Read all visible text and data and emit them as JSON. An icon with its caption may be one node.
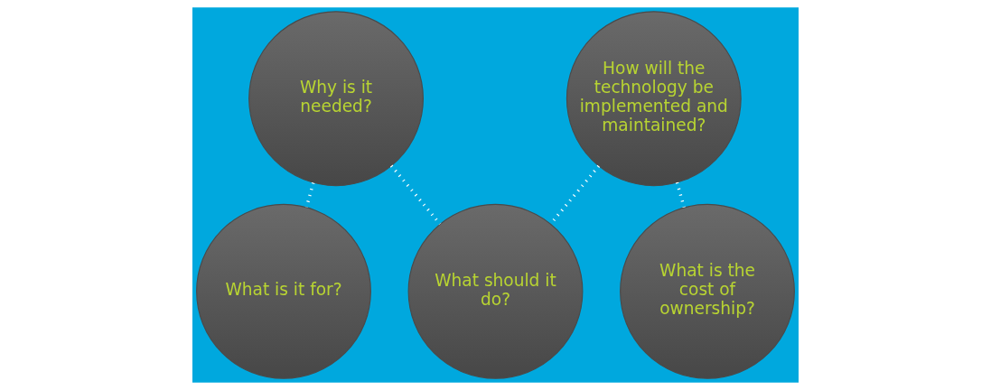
{
  "diagram": {
    "nodes": [
      {
        "text": [
          "What is it for?"
        ]
      },
      {
        "text": [
          "Why is it needed?"
        ]
      },
      {
        "text": [
          "What should it do?"
        ]
      },
      {
        "text": [
          "How will the technology be implemented and maintained?"
        ]
      },
      {
        "text": [
          "What is the cost of ownership?"
        ]
      }
    ],
    "edges": [
      {
        "from": 0,
        "to": 1,
        "arrow": "none",
        "style": "dashed"
      },
      {
        "from": 1,
        "to": 2,
        "arrow": "none",
        "style": "dashed"
      },
      {
        "from": 2,
        "to": 3,
        "arrow": "none",
        "style": "dashed"
      },
      {
        "from": 3,
        "to": 4,
        "arrow": "none",
        "style": "dashed"
      }
    ]
  }
}
